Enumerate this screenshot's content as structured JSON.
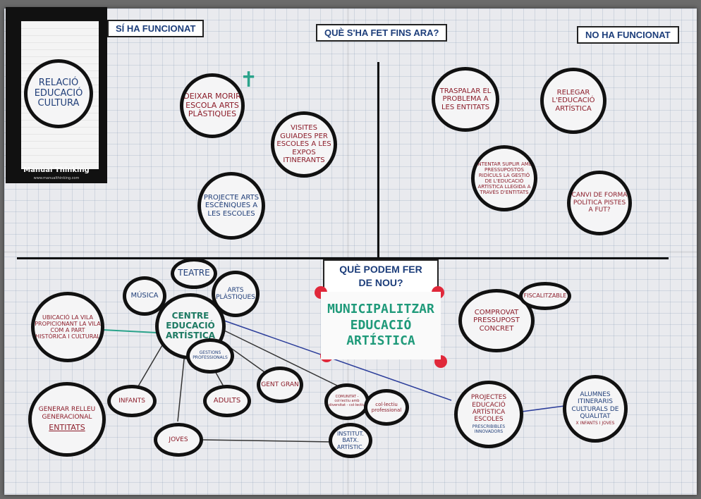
{
  "brand": {
    "name": "Manual Thinking",
    "url": "www.manualthinking.com"
  },
  "card_circle": "RELACIÓ EDUCACIÓ CULTURA",
  "headers": {
    "worked": "SÍ HA FUNCIONAT",
    "done": "QUÈ S'HA FET FINS ARA?",
    "not_worked": "NO HA FUNCIONAT",
    "new": "QUÈ PODEM FER DE NOU?"
  },
  "top_left": [
    "DEIXAR MORIR ESCOLA ARTS PLÀSTIQUES",
    "VISITES GUIADES PER ESCOLES A LES EXPOS ITINERANTS",
    "PROJECTE ARTS ESCÈNIQUES A LES ESCOLES"
  ],
  "cross_mark": "✝",
  "top_right": [
    "TRASPALAR EL PROBLEMA A LES ENTITATS",
    "RELEGAR L'EDUCACIÓ ARTÍSTICA",
    "INTENTAR SUPLIR AMB PRESSUPOSTOS RIDÍCULS LA GESTIÓ DE L'EDUCACIÓ ARTÍSTICA LLEGIDA A TRAVÉS D'ENTITATS",
    "CANVI DE FORMA POLÍTICA PISTES A FUT?"
  ],
  "center": "MUNICIPALITZAR EDUCACIÓ ARTÍSTICA",
  "bottom": {
    "teatre": "TEATRE",
    "musica": "MÚSICA",
    "arts_plastiques": "ARTS PLÀSTIQUES",
    "centre": "CENTRE EDUCACIÓ ARTÍSTICA",
    "ubicacio": "UBICACIÓ LA VILA PROPICIONANT LA VILA COM A PART HISTÒRICA I CULTURAL",
    "professionals": "GESTIONS PROFESSIONALS",
    "gent_gran": "GENT GRAN",
    "adults": "ADULTS",
    "infants": "INFANTS",
    "joves": "JOVES",
    "generar": "GENERAR RELLEU GENERACIONAL",
    "entitats": "ENTITATS",
    "comunitat": "COMUNITAT - col·lectiu amb diversitat - col·lectiu",
    "col_professional": "col·lectiu professional",
    "institut": "INSTITUT. BATX. ARTÍSTIC.",
    "comprovat": "COMPROVAT PRESSUPOST CONCRET",
    "fiscalitzable": "FISCALITZABLE",
    "projectes": "PROJECTES EDUCACIÓ ARTÍSTICA ESCOLES",
    "projectes_sub": "PRESCRIBIBLES INNOVADORS",
    "alumnes": "ALUMNES ITINERARIS CULTURALS DE QUALITAT",
    "alumnes_sub": "X INFANTS I JOVES"
  }
}
